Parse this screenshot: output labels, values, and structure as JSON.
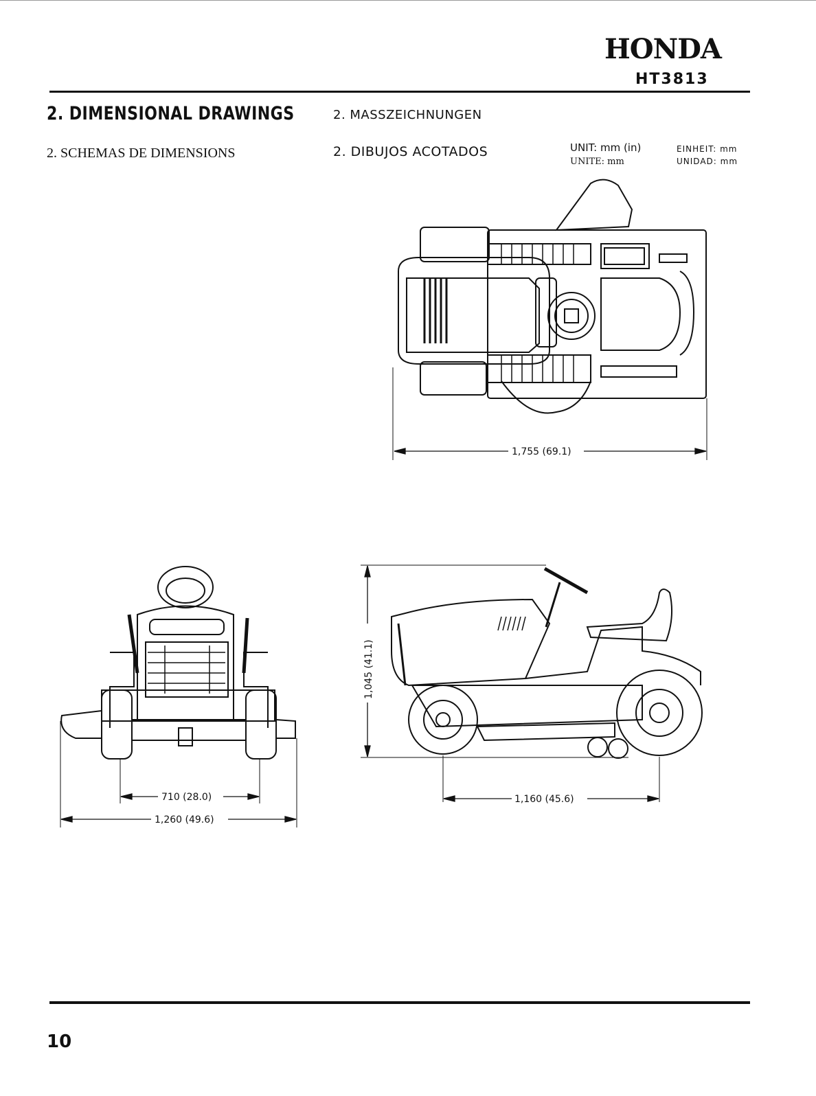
{
  "header": {
    "brand": "HONDA",
    "model": "HT3813"
  },
  "titles": {
    "en": "2. DIMENSIONAL DRAWINGS",
    "de": "2. MASSZEICHNUNGEN",
    "fr": "2. SCHEMAS DE DIMENSIONS",
    "es": "2. DIBUJOS ACOTADOS"
  },
  "units": {
    "en": "UNIT: mm (in)",
    "de": "EINHEIT: mm",
    "fr": "UNITE: mm",
    "es": "UNIDAD: mm"
  },
  "dimensions": {
    "overall_length": "1,755 (69.1)",
    "overall_height": "1,045 (41.1)",
    "wheelbase": "1,160 (45.6)",
    "tread": "710 (28.0)",
    "overall_width": "1,260 (49.6)"
  },
  "footer": {
    "page_number": "10"
  }
}
